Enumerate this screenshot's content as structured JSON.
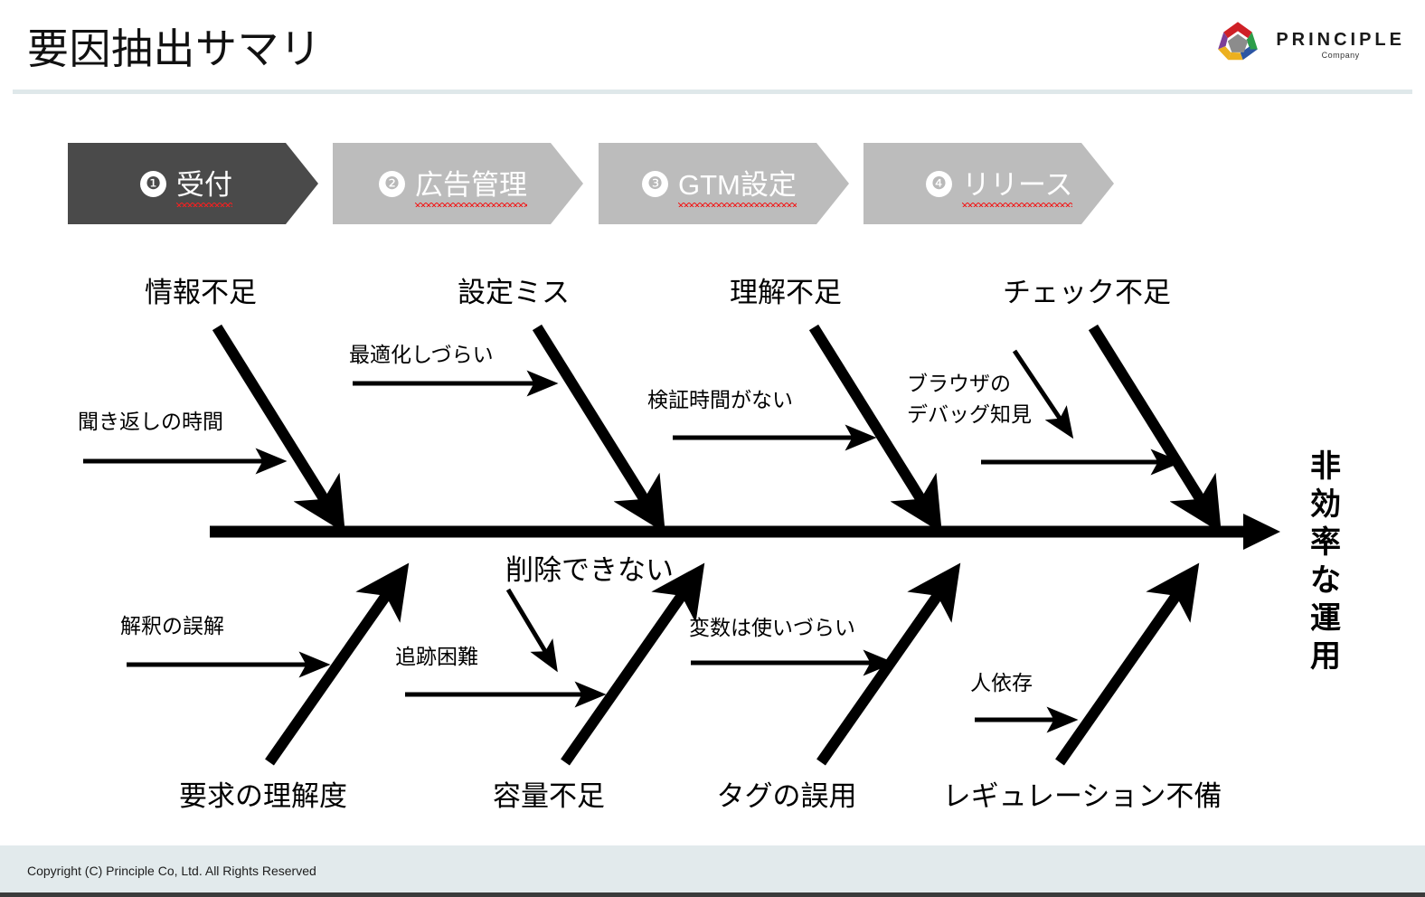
{
  "header": {
    "title": "要因抽出サマリ",
    "logo": {
      "word": "PRINCIPLE",
      "sub": "Company",
      "icon": "pentagon-logo"
    }
  },
  "process": {
    "steps": [
      {
        "num": "❶",
        "label": "受付",
        "state": "active",
        "fill": "#4a4a4a"
      },
      {
        "num": "❷",
        "label": "広告管理",
        "state": "inactive",
        "fill": "#bcbcbc"
      },
      {
        "num": "❸",
        "label": "GTM設定",
        "state": "inactive",
        "fill": "#bcbcbc"
      },
      {
        "num": "❹",
        "label": "リリース",
        "state": "inactive",
        "fill": "#bcbcbc"
      }
    ]
  },
  "chart_data": {
    "type": "diagram",
    "diagram_type": "fishbone",
    "title": "要因抽出サマリ",
    "effect": "非効率な運用",
    "categories": [
      {
        "name": "情報不足",
        "position": "upper",
        "index": 1,
        "causes": [
          "聞き返しの時間"
        ]
      },
      {
        "name": "設定ミス",
        "position": "upper",
        "index": 2,
        "causes": [
          "最適化しづらい"
        ]
      },
      {
        "name": "理解不足",
        "position": "upper",
        "index": 3,
        "causes": [
          "検証時間がない"
        ]
      },
      {
        "name": "チェック不足",
        "position": "upper",
        "index": 4,
        "causes": [
          "ブラウザの\nデバッグ知見"
        ]
      },
      {
        "name": "要求の理解度",
        "position": "lower",
        "index": 1,
        "causes": [
          "解釈の誤解"
        ]
      },
      {
        "name": "容量不足",
        "position": "lower",
        "index": 2,
        "causes": [
          "追跡困難",
          "削除できない"
        ]
      },
      {
        "name": "タグの誤用",
        "position": "lower",
        "index": 3,
        "causes": [
          "変数は使いづらい"
        ]
      },
      {
        "name": "レギュレーション不備",
        "position": "lower",
        "index": 4,
        "causes": [
          "人依存"
        ]
      }
    ],
    "labels": {
      "upper_major_1": "情報不足",
      "upper_major_2": "設定ミス",
      "upper_major_3": "理解不足",
      "upper_major_4": "チェック不足",
      "upper_minor_1": "聞き返しの時間",
      "upper_minor_2": "最適化しづらい",
      "upper_minor_3": "検証時間がない",
      "upper_minor_4a": "ブラウザの",
      "upper_minor_4b": "デバッグ知見",
      "lower_major_1": "要求の理解度",
      "lower_major_2": "容量不足",
      "lower_major_3": "タグの誤用",
      "lower_major_4": "レギュレーション不備",
      "lower_minor_1": "解釈の誤解",
      "lower_minor_2": "追跡困難",
      "lower_minor_2b": "削除できない",
      "lower_minor_3": "変数は使いづらい",
      "lower_minor_4": "人依存"
    },
    "effect_chars": [
      "非",
      "効",
      "率",
      "な",
      "運",
      "用"
    ]
  },
  "footer": {
    "copyright": "Copyright (C) Principle Co, Ltd. All Rights Reserved"
  }
}
